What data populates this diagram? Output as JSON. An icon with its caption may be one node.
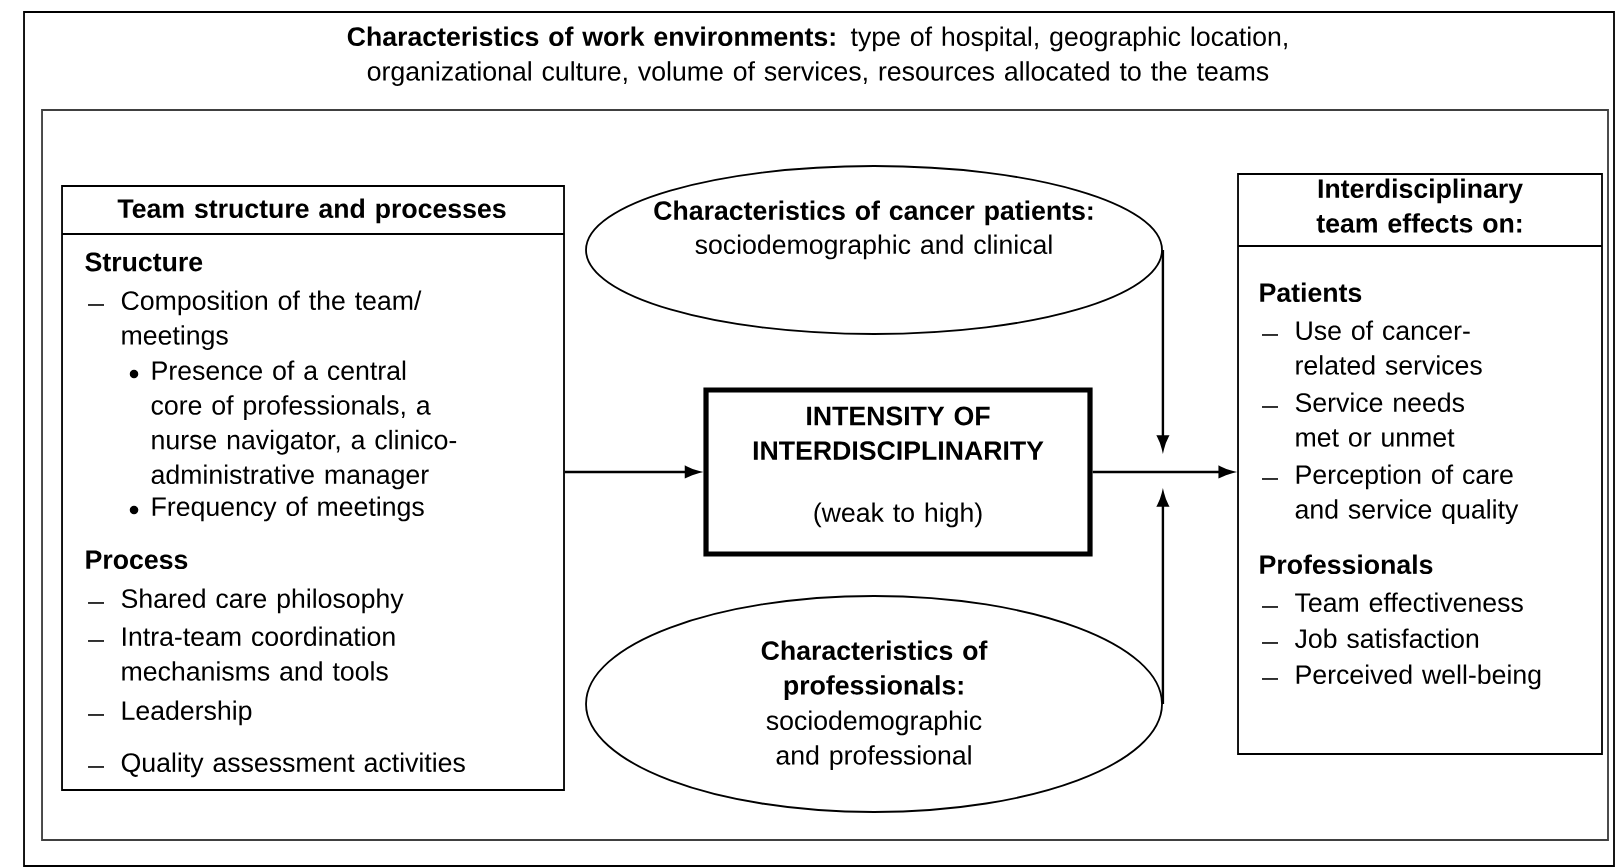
{
  "diagram": {
    "nodes": [
      {
        "text": [
          "**Characteristics of work environments:** type of hospital, geographic location, organizational culture, volume of services, resources allocated to the teams"
        ]
      },
      {
        "text": [
          "Team structure and processes",
          "Structure",
          "Composition of the team/ meetings",
          "Presence of a central core of professionals, a nurse navigator, a clinico-administrative manager",
          "Frequency of meetings",
          "Process",
          "Shared care philosophy",
          "Intra-team coordination mechanisms and tools",
          "Leadership",
          "Quality assessment activities"
        ],
        "in": 0
      },
      {
        "text": [
          "Characteristics of cancer patients:",
          "sociodemographic and clinical"
        ],
        "in": 0
      },
      {
        "text": [
          "INTENSITY OF INTERDISCIPLINARITY",
          "(weak to high)"
        ],
        "in": 0
      },
      {
        "text": [
          "Characteristics of professionals:",
          "sociodemographic and professional"
        ],
        "in": 0
      },
      {
        "text": [
          "Interdisciplinary team effects on:",
          "Patients",
          "Use of cancer-related services",
          "Service needs met or unmet",
          "Perception of care and service quality",
          "Professionals",
          "Team effectiveness",
          "Job satisfaction",
          "Perceived well-being"
        ],
        "in": 0
      }
    ],
    "edges": [
      {
        "from": 1,
        "to": 3,
        "arrow": "to"
      },
      {
        "from": 3,
        "to": 5,
        "arrow": "to"
      },
      {
        "from": 2,
        "to": null,
        "arrow": "to"
      },
      {
        "from": 4,
        "to": null,
        "arrow": "to"
      }
    ]
  }
}
